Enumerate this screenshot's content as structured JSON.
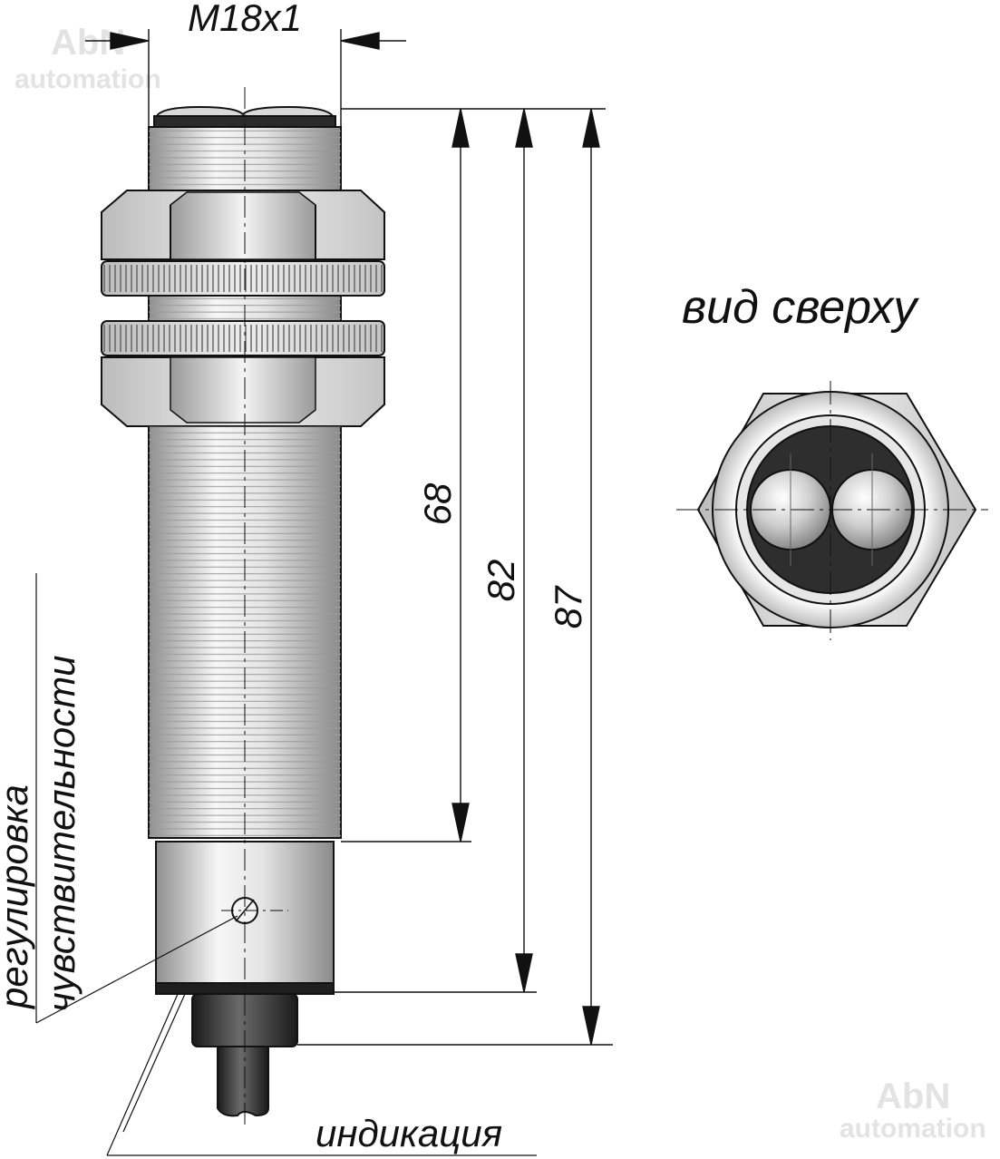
{
  "watermark": {
    "brand": "AbN",
    "sub": "automation"
  },
  "thread_label": "M18x1",
  "dimensions": {
    "d68": "68",
    "d82": "82",
    "d87": "87"
  },
  "labels": {
    "top_view": "вид сверху",
    "sensitivity_line1": "регулировка",
    "sensitivity_line2": "чувствительности",
    "indication": "индикация"
  },
  "colors": {
    "line": "#111111",
    "metal_light": "#f2f2f2",
    "metal_mid": "#b9b9b9",
    "dark": "#2b2b2b"
  }
}
